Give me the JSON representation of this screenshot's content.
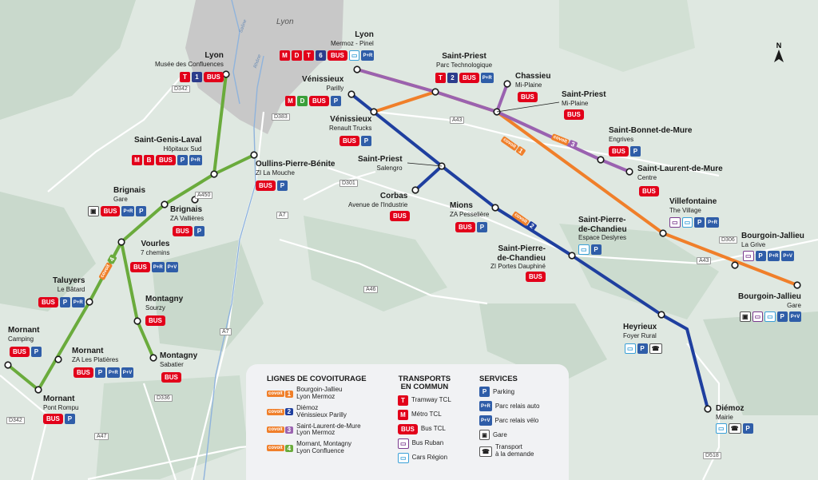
{
  "cities": {
    "lyon": "Lyon"
  },
  "north": "N",
  "rivers": {
    "saone": "Saône",
    "rhone": "Rhône"
  },
  "roads": {
    "d342_top": "D342",
    "d383": "D383",
    "a450": "A450",
    "d301": "D301",
    "a7_top": "A7",
    "a43_top": "A43",
    "a46": "A46",
    "a7_bottom": "A7",
    "d336": "D336",
    "d342_bottom": "D342",
    "a47": "A47",
    "d306": "D306",
    "a43_right": "A43",
    "d518": "D518"
  },
  "colors": {
    "line1": "#f07f2a",
    "line2": "#1f3f9f",
    "line3": "#9a62b0",
    "line4": "#6aab3c",
    "bus": "#e2001a",
    "parking": "#2f5da8",
    "urban": "#c9c9c9"
  },
  "stops": {
    "lyon_confluences": {
      "title": "Lyon",
      "sub": "Musée des Confluences"
    },
    "lyon_mermoz": {
      "title": "Lyon",
      "sub": "Mermoz - Pinel"
    },
    "venissieux_parilly": {
      "title": "Vénissieux",
      "sub": "Parilly"
    },
    "venissieux_rt": {
      "title": "Vénissieux",
      "sub": "Renault Trucks"
    },
    "saint_priest_parc": {
      "title": "Saint-Priest",
      "sub": "Parc Technologique"
    },
    "chassieu": {
      "title": "Chassieu",
      "sub": "Mi-Plaine"
    },
    "saint_priest_mi": {
      "title": "Saint-Priest",
      "sub": "Mi-Plaine"
    },
    "saint_bonnet": {
      "title": "Saint-Bonnet-de-Mure",
      "sub": "Engrives"
    },
    "saint_laurent": {
      "title": "Saint-Laurent-de-Mure",
      "sub": "Centre"
    },
    "saint_genis": {
      "title": "Saint-Genis-Laval",
      "sub": "Hôpitaux Sud"
    },
    "oullins": {
      "title": "Oullins-Pierre-Bénite",
      "sub": "ZI La Mouche"
    },
    "saint_priest_salengro": {
      "title": "Saint-Priest",
      "sub": "Salengro"
    },
    "corbas": {
      "title": "Corbas",
      "sub": "Avenue de l'Industrie"
    },
    "brignais_gare": {
      "title": "Brignais",
      "sub": "Gare"
    },
    "brignais_za": {
      "title": "Brignais",
      "sub": "ZA Vallières"
    },
    "mions": {
      "title": "Mions",
      "sub": "ZA Pesselière"
    },
    "villefontaine": {
      "title": "Villefontaine",
      "sub": "The Village"
    },
    "spdc_espace": {
      "title": "Saint-Pierre-\nde-Chandieu",
      "sub": "Espace Deslyres"
    },
    "bourgoin_grive": {
      "title": "Bourgoin-Jallieu",
      "sub": "La Grive"
    },
    "vourles": {
      "title": "Vourles",
      "sub": "7 chemins"
    },
    "spdc_zi": {
      "title": "Saint-Pierre-\nde-Chandieu",
      "sub": "ZI Portes Dauphiné"
    },
    "taluyers": {
      "title": "Taluyers",
      "sub": "Le Bâtard"
    },
    "montagny_sourzy": {
      "title": "Montagny",
      "sub": "Sourzy"
    },
    "bourgoin_gare": {
      "title": "Bourgoin-Jallieu",
      "sub": "Gare"
    },
    "heyrieux": {
      "title": "Heyrieux",
      "sub": "Foyer Rural"
    },
    "mornant_camping": {
      "title": "Mornant",
      "sub": "Camping"
    },
    "mornant_za": {
      "title": "Mornant",
      "sub": "ZA Les Platières"
    },
    "montagny_sabatier": {
      "title": "Montagny",
      "sub": "Sabatier"
    },
    "mornant_pont": {
      "title": "Mornant",
      "sub": "Pont Rompu"
    },
    "diemoz": {
      "title": "Diémoz",
      "sub": "Mairie"
    }
  },
  "badges": {
    "bus": "BUS",
    "P": "P",
    "PR": "P+R",
    "PV": "P+V",
    "T": "T",
    "M": "M",
    "D": "D",
    "B": "B",
    "n1": "1",
    "n2": "2",
    "n6": "6",
    "gare_icon": "train-icon",
    "car_icon": "coach-icon",
    "ruban_icon": "minibus-icon",
    "tad_icon": "phone-icon"
  },
  "line_tags": {
    "covoit": "covoit",
    "l1": "1",
    "l2": "2",
    "l3": "3",
    "l4": "4"
  },
  "legend": {
    "covoit_title": "LIGNES DE COVOITURAGE",
    "lines": [
      {
        "num": "1",
        "text": "Bourgoin-Jallieu\nLyon Mermoz"
      },
      {
        "num": "2",
        "text": "Diémoz\nVénissieux Parilly"
      },
      {
        "num": "3",
        "text": "Saint-Laurent-de-Mure\nLyon Mermoz"
      },
      {
        "num": "4",
        "text": "Mornant, Montagny\nLyon Confluence"
      }
    ],
    "transport_title": "TRANSPORTS\nEN COMMUN",
    "transports": [
      {
        "badge": "T",
        "text": "Tramway TCL"
      },
      {
        "badge": "M",
        "text": "Métro TCL"
      },
      {
        "badge": "BUS",
        "text": "Bus TCL"
      },
      {
        "badge": "ruban",
        "text": "Bus Ruban"
      },
      {
        "badge": "car",
        "text": "Cars Région"
      }
    ],
    "services_title": "SERVICES",
    "services": [
      {
        "badge": "P",
        "text": "Parking"
      },
      {
        "badge": "PR",
        "text": "Parc relais auto"
      },
      {
        "badge": "PV",
        "text": "Parc relais vélo"
      },
      {
        "badge": "gare",
        "text": "Gare"
      },
      {
        "badge": "tad",
        "text": "Transport\nà la demande"
      }
    ]
  }
}
